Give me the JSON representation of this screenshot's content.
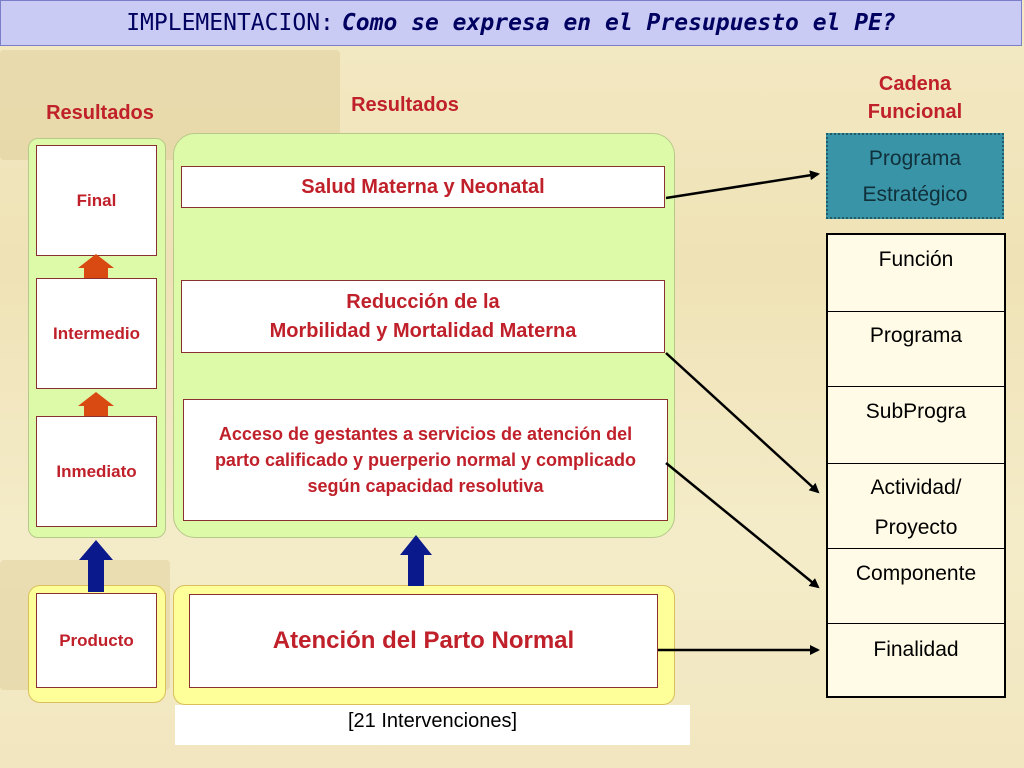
{
  "title": {
    "prefix": "IMPLEMENTACION:",
    "main": "Como se expresa en el Presupuesto el PE?"
  },
  "left_column": {
    "header": "Resultados",
    "levels": [
      "Final",
      "Intermedio",
      "Inmediato"
    ],
    "product": "Producto"
  },
  "center_column": {
    "header": "Resultados",
    "results": [
      "Salud Materna y Neonatal",
      "Reducción de la\nMorbilidad y Mortalidad Materna",
      "Acceso de gestantes a servicios de atención del parto calificado y puerperio normal y complicado según capacidad resolutiva"
    ],
    "product": "Atención del Parto Normal",
    "footer": "[21 Intervenciones]"
  },
  "right_column": {
    "header_line1": "Cadena",
    "header_line2": "Funcional",
    "programa_estrategico_line1": "Programa",
    "programa_estrategico_line2": "Estratégico",
    "items": [
      "Función",
      "Programa",
      "SubProgra",
      "Actividad/",
      "Proyecto",
      "Componente",
      "Finalidad"
    ]
  },
  "colors": {
    "red_text": "#c0202a",
    "green_panel": "#ddfaa9",
    "yellow_panel": "#ffff99",
    "title_bg": "#c9cbf4",
    "teal_box": "#3a94a8",
    "orange_arrow": "#d94a12",
    "blue_arrow": "#0a1a8c"
  }
}
